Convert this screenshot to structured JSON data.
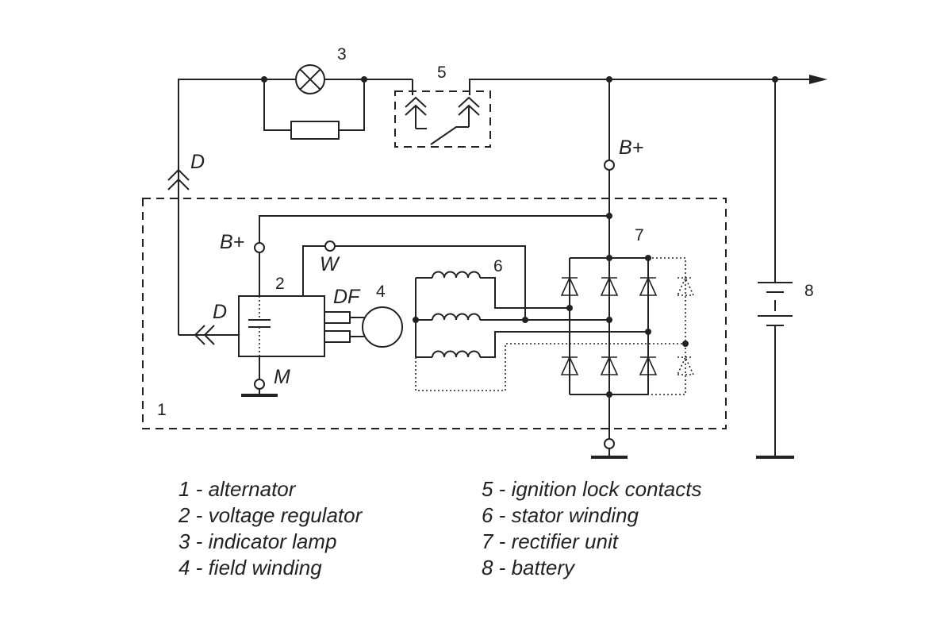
{
  "components": {
    "alternator": "1",
    "voltage_regulator": "2",
    "indicator_lamp": "3",
    "field_winding": "4",
    "ignition_lock_contacts": "5",
    "stator_winding": "6",
    "rectifier_unit": "7",
    "battery": "8"
  },
  "terminals": {
    "d_top": "D",
    "b_plus_output": "B+",
    "b_plus_regulator": "B+",
    "w": "W",
    "d_regulator": "D",
    "df": "DF",
    "m": "M"
  },
  "legend": {
    "left": [
      "1 - alternator",
      "2 - voltage regulator",
      "3 - indicator lamp",
      "4 - field winding"
    ],
    "right": [
      "5 - ignition lock contacts",
      "6 - stator winding",
      "7 - rectifier unit",
      "8 - battery"
    ]
  }
}
